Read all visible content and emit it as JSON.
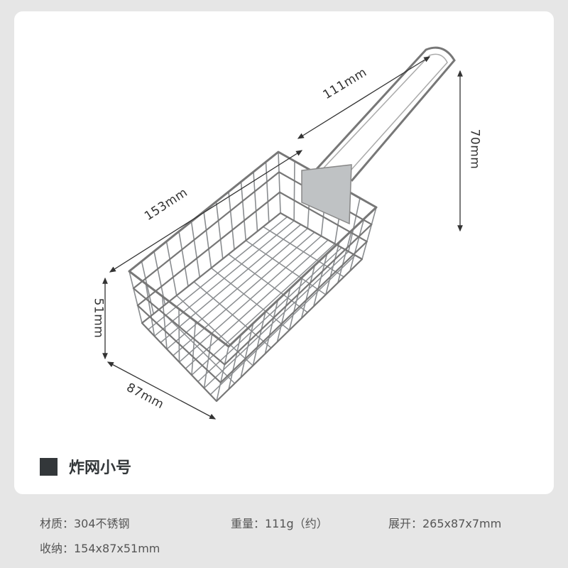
{
  "product": {
    "title": "炸网小号",
    "dimensions": {
      "length": "153mm",
      "handle": "111mm",
      "handle_height": "70mm",
      "height": "51mm",
      "width": "87mm"
    }
  },
  "specs": [
    {
      "text": "材质：304不锈钢"
    },
    {
      "text": "重量：111g（约）"
    },
    {
      "text": "展开：265x87x7mm"
    },
    {
      "text": "收纳：154x87x51mm"
    }
  ],
  "colors": {
    "background": "#e6e6e6",
    "card": "#ffffff",
    "title_square": "#33373a"
  }
}
